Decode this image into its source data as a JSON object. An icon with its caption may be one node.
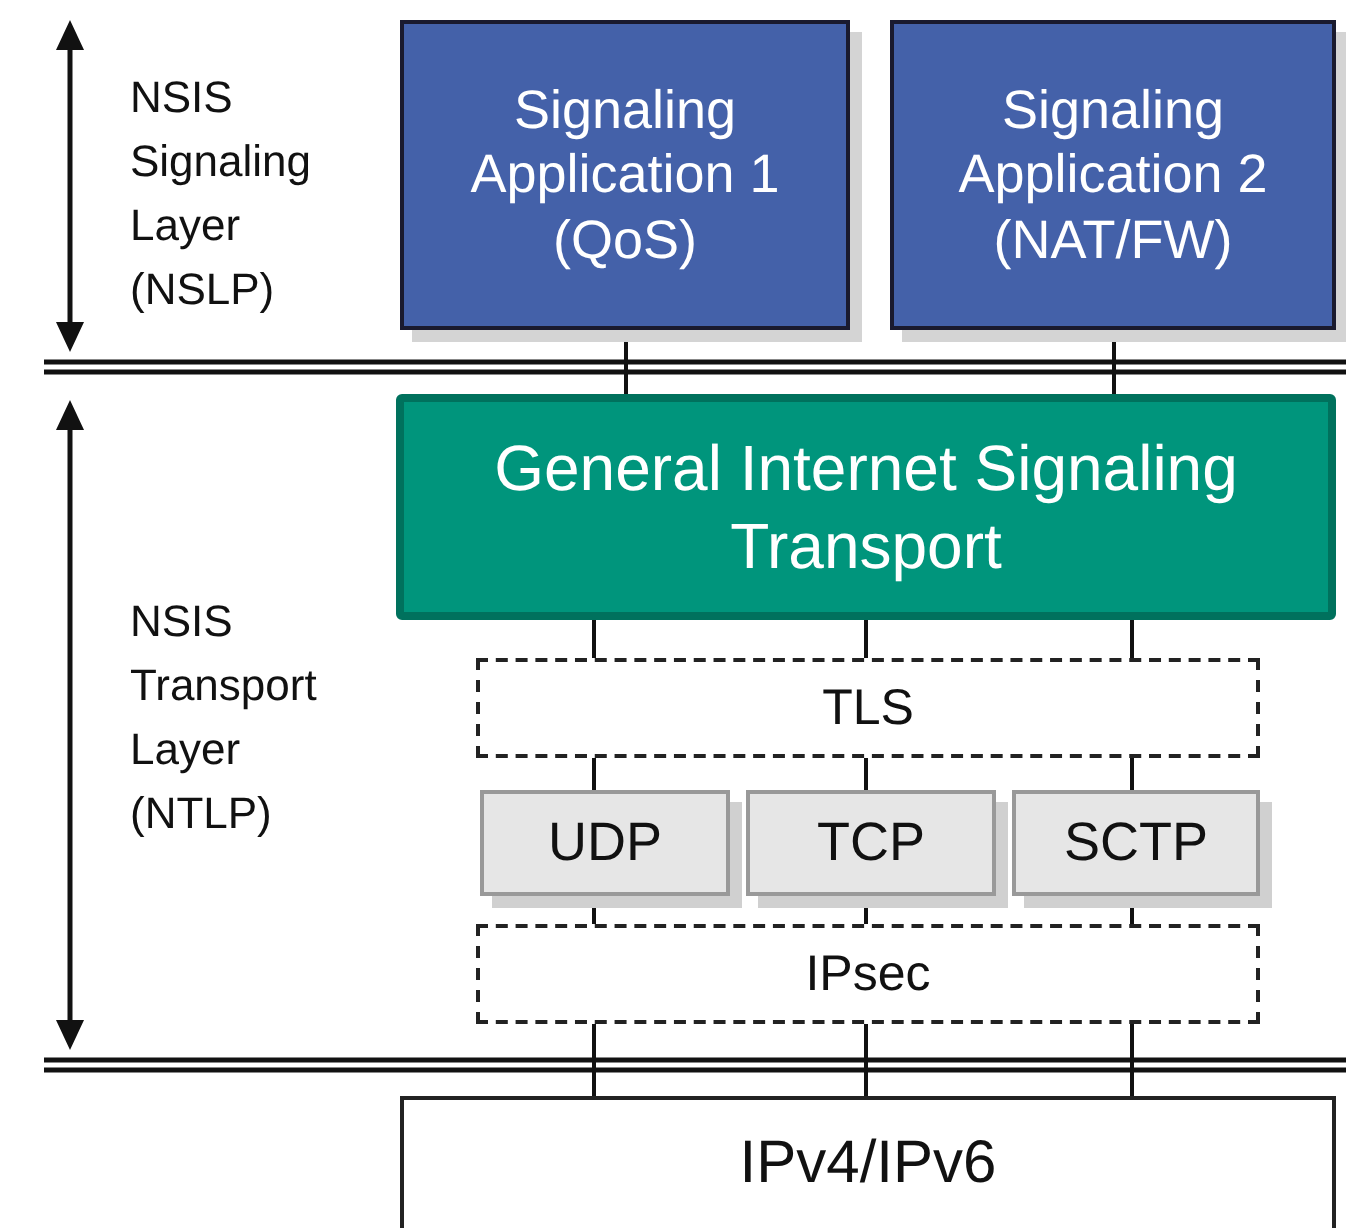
{
  "diagram": {
    "nodes": [
      {
        "text": [
          "Signaling Application 1 (QoS)"
        ]
      },
      {
        "text": [
          "Signaling Application 2 (NAT/FW)"
        ]
      },
      {
        "text": [
          "General Internet Signaling Transport"
        ]
      },
      {
        "text": [
          "TLS"
        ]
      },
      {
        "text": [
          "UDP"
        ]
      },
      {
        "text": [
          "TCP"
        ]
      },
      {
        "text": [
          "SCTP"
        ]
      },
      {
        "text": [
          "IPsec"
        ]
      },
      {
        "text": [
          "IPv4/IPv6"
        ]
      }
    ],
    "edges": [
      {
        "from": 0,
        "to": 2,
        "arrow": "none"
      },
      {
        "from": 1,
        "to": 2,
        "arrow": "none"
      },
      {
        "from": 2,
        "to": 3,
        "arrow": "none"
      },
      {
        "from": 2,
        "to": 3,
        "arrow": "none"
      },
      {
        "from": 2,
        "to": 3,
        "arrow": "none"
      },
      {
        "from": 3,
        "to": 4,
        "arrow": "none"
      },
      {
        "from": 3,
        "to": 5,
        "arrow": "none"
      },
      {
        "from": 3,
        "to": 6,
        "arrow": "none"
      },
      {
        "from": 4,
        "to": 7,
        "arrow": "none"
      },
      {
        "from": 5,
        "to": 7,
        "arrow": "none"
      },
      {
        "from": 6,
        "to": 7,
        "arrow": "none"
      },
      {
        "from": 7,
        "to": 8,
        "arrow": "none"
      },
      {
        "from": 7,
        "to": 8,
        "arrow": "none"
      },
      {
        "from": 7,
        "to": 8,
        "arrow": "none"
      }
    ],
    "labels": [
      "NSIS Signaling Layer (NSLP)",
      "NSIS Transport Layer (NTLP)"
    ]
  }
}
